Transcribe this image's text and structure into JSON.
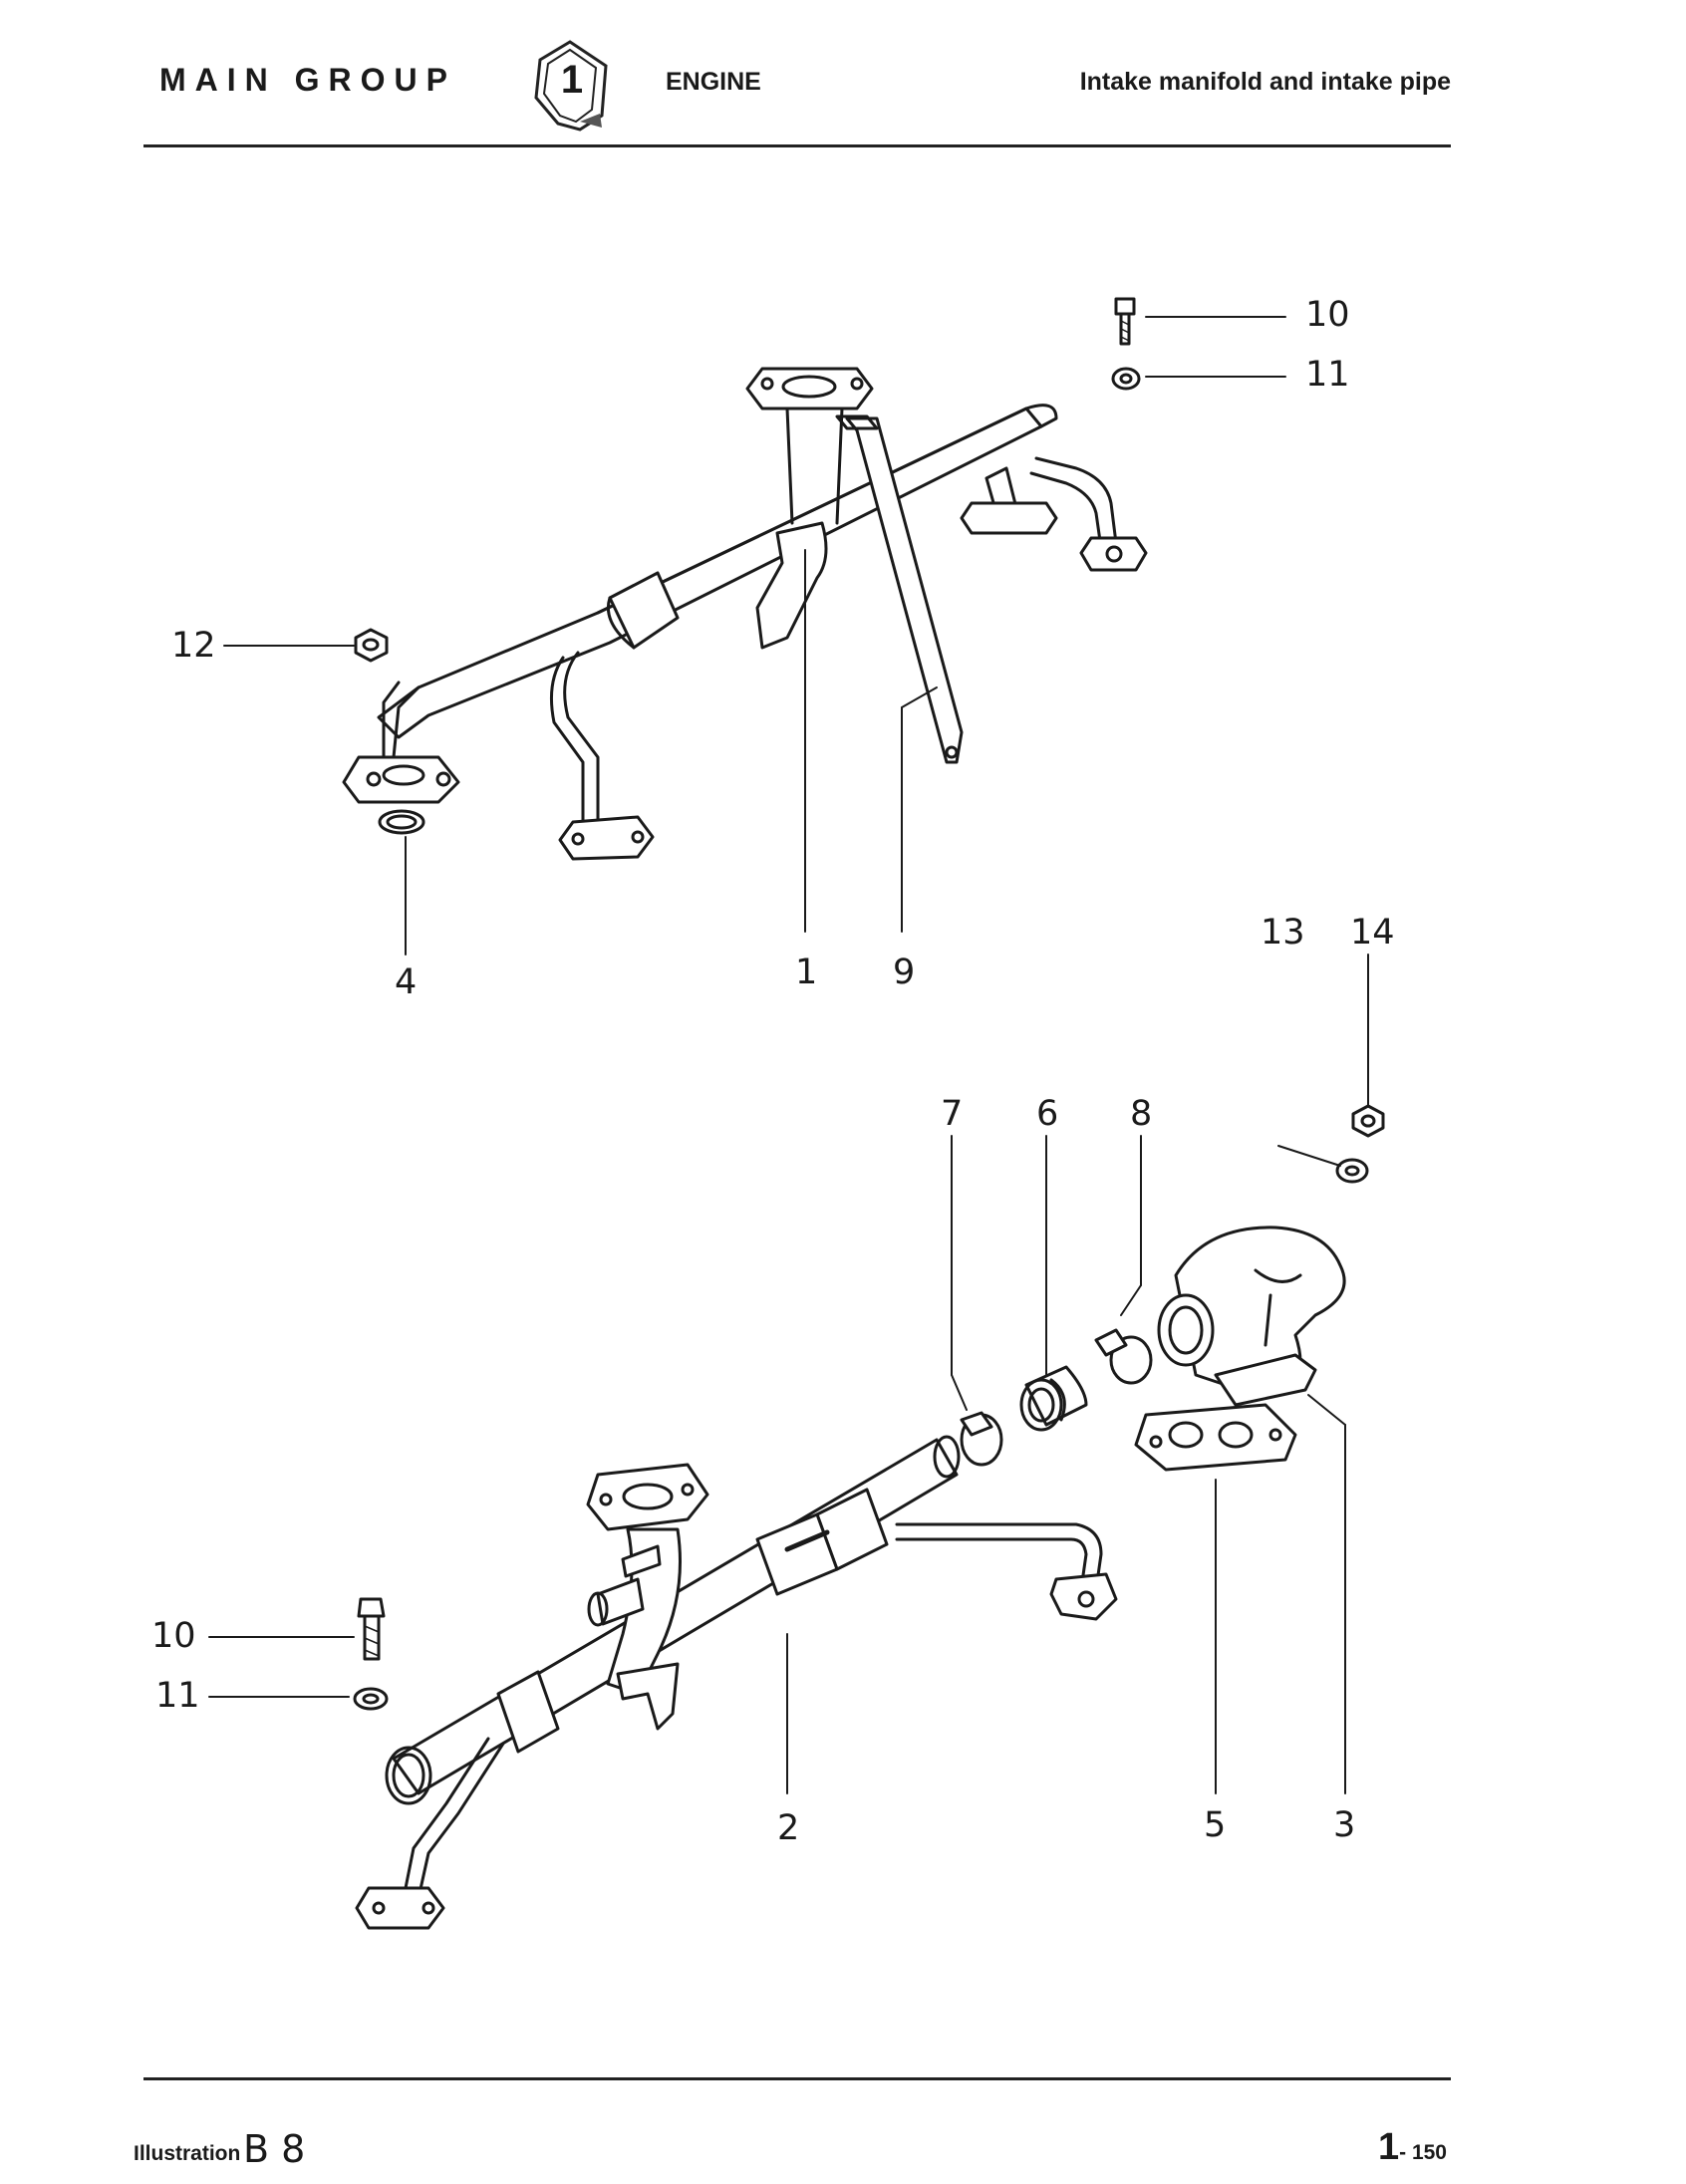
{
  "header": {
    "main_group": "MAIN GROUP",
    "group_number": "1",
    "section": "ENGINE",
    "title": "Intake manifold and intake pipe"
  },
  "callouts": {
    "c1": "1",
    "c2": "2",
    "c3": "3",
    "c4": "4",
    "c5": "5",
    "c6": "6",
    "c7": "7",
    "c8": "8",
    "c9": "9",
    "c10a": "10",
    "c11a": "11",
    "c12": "12",
    "c13": "13",
    "c14": "14",
    "c10b": "10",
    "c11b": "11"
  },
  "footer": {
    "illustration_label": "Illustration",
    "illustration_code": "B 8",
    "page_main": "1",
    "page_sub": "- 150"
  }
}
